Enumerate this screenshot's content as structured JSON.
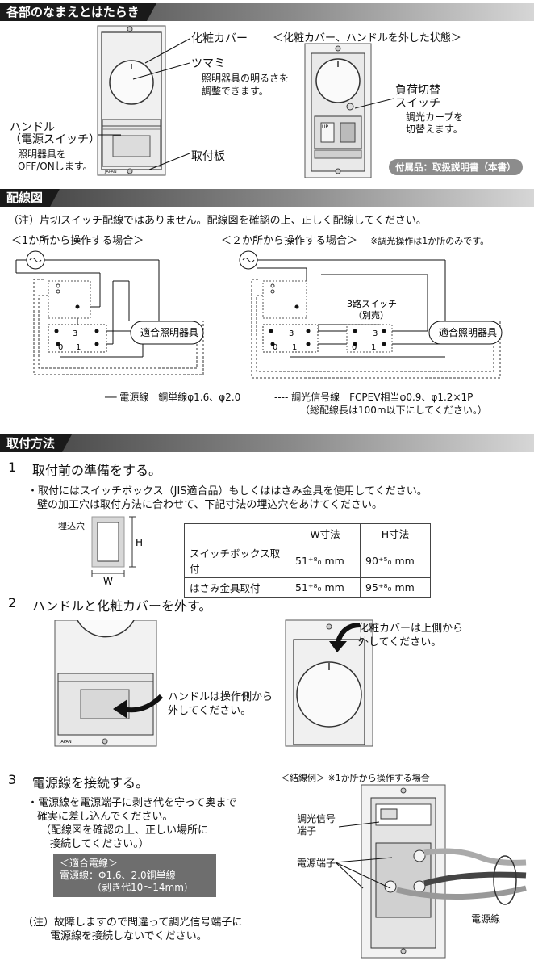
{
  "sections": {
    "parts": "各部のなまえとはたらき",
    "wiring": "配線図",
    "install": "取付方法"
  },
  "parts": {
    "cover": "化粧カバー",
    "knob": "ツマミ",
    "knob_desc1": "照明器具の明るさを",
    "knob_desc2": "調整できます。",
    "handle1": "ハンドル",
    "handle2": "（電源スイッチ）",
    "handle_desc1": "照明器具を",
    "handle_desc2": "OFF/ONします。",
    "plate": "取付板",
    "removed_title": "＜化粧カバー、ハンドルを外した状態＞",
    "load1": "負荷切替",
    "load2": "スイッチ",
    "load_desc1": "調光カーブを",
    "load_desc2": "切替えます。",
    "accessory": "付属品：取扱説明書（本書）",
    "japan": "JAPAN"
  },
  "wiring": {
    "note": "（注）片切スイッチ配線ではありません。配線図を確認の上、正しく配線してください。",
    "one_place": "＜1か所から操作する場合＞",
    "two_place": "＜２か所から操作する場合＞",
    "two_place_note": "※調光操作は1か所のみです。",
    "fixture": "適合照明器具",
    "three_way1": "3路スイッチ",
    "three_way2": "（別売）",
    "t3": "3",
    "t0": "0",
    "t1": "1",
    "legend_power": "── 電源線　銅単線φ1.6、φ2.0",
    "legend_signal": "---- 調光信号線　FCPEV相当φ0.9、φ1.2×1P",
    "legend_signal2": "（総配線長は100m以下にしてください。）"
  },
  "install": {
    "step1_no": "1",
    "step1": "取付前の準備をする。",
    "step1_b1": "・取付にはスイッチボックス（JIS適合品）もしくははさみ金具を使用してください。",
    "step1_b2": "壁の加工穴は取付方法に合わせて、下記寸法の埋込穴をあけてください。",
    "hole_label": "埋込穴",
    "h_label": "H",
    "w_label": "W",
    "table_headers": [
      "",
      "W寸法",
      "H寸法"
    ],
    "table_rows": [
      {
        "name": "スイッチボックス取付",
        "w": "51⁺⁸₀ mm",
        "h": "90⁺⁵₀ mm"
      },
      {
        "name": "はさみ金具取付",
        "w": "51⁺⁸₀ mm",
        "h": "95⁺⁸₀ mm"
      }
    ],
    "step2_no": "2",
    "step2": "ハンドルと化粧カバーを外す。",
    "handle_remove1": "ハンドルは操作側から",
    "handle_remove2": "外してください。",
    "cover_remove1": "化粧カバーは上側から",
    "cover_remove2": "外してください。",
    "step3_no": "3",
    "step3": "電源線を接続する。",
    "step3_b1": "・電源線を電源端子に剥き代を守って奥まで",
    "step3_b2": "確実に差し込んでください。",
    "step3_b3": "（配線図を確認の上、正しい場所に",
    "step3_b4": "接続してください。）",
    "wire_box1": "＜適合電線＞",
    "wire_box2": "電源線：Φ1.6、2.0銅単線",
    "wire_box3": "（剥き代10～14mm）",
    "example_title": "＜結線例＞ ※1か所から操作する場合",
    "signal_terminal1": "調光信号",
    "signal_terminal2": "端子",
    "power_terminal": "電源端子",
    "power_wire": "電源線",
    "caution1": "（注）故障しますので間違って調光信号端子に",
    "caution2": "電源線を接続しないでください。"
  }
}
